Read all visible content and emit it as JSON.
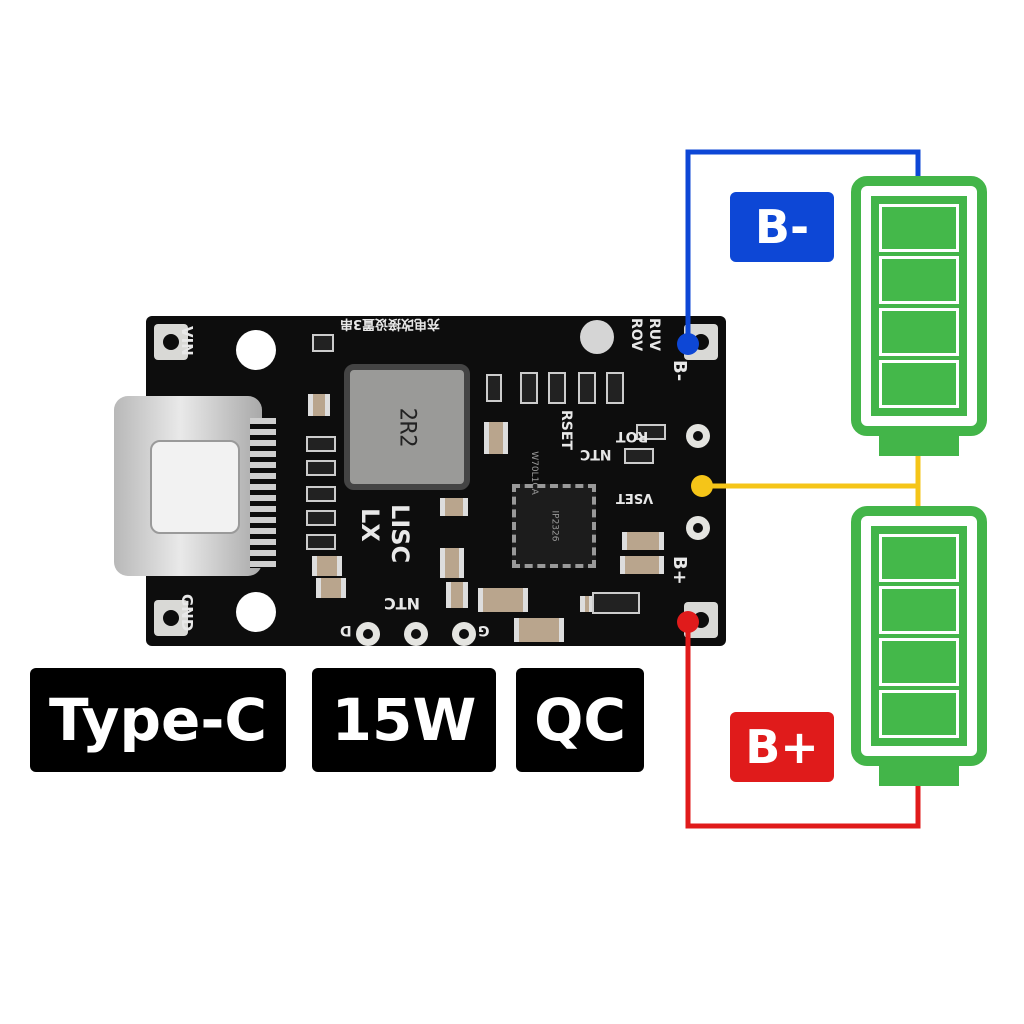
{
  "colors": {
    "pcb": "#0d0d0d",
    "battery_green": "#43b549",
    "wire_blue": "#0d47d6",
    "wire_yellow": "#f5c518",
    "wire_red": "#e01b1b",
    "badge_bg": "#000000"
  },
  "badges": [
    "Type-C",
    "15W",
    "QC"
  ],
  "battery_labels": {
    "negative": "B-",
    "positive": "B+"
  },
  "pcb_silkscreen": {
    "vin": "VIN",
    "gnd": "GND",
    "lx": "LX",
    "lisc": "LISC",
    "ntc_bottom": "NTC",
    "d": "D",
    "g": "G",
    "ruv": "RUV",
    "rov": "ROV",
    "rot": "ROT",
    "rset": "RSET",
    "ntc_right": "NTC",
    "vset": "VSET",
    "b_minus": "B-",
    "b_plus": "B+",
    "inductor_marking": "2R2",
    "ic_marking": "IP2326",
    "ic_marking_sub": "W70L1CA",
    "chinese_text": "充电改接设置3串"
  }
}
